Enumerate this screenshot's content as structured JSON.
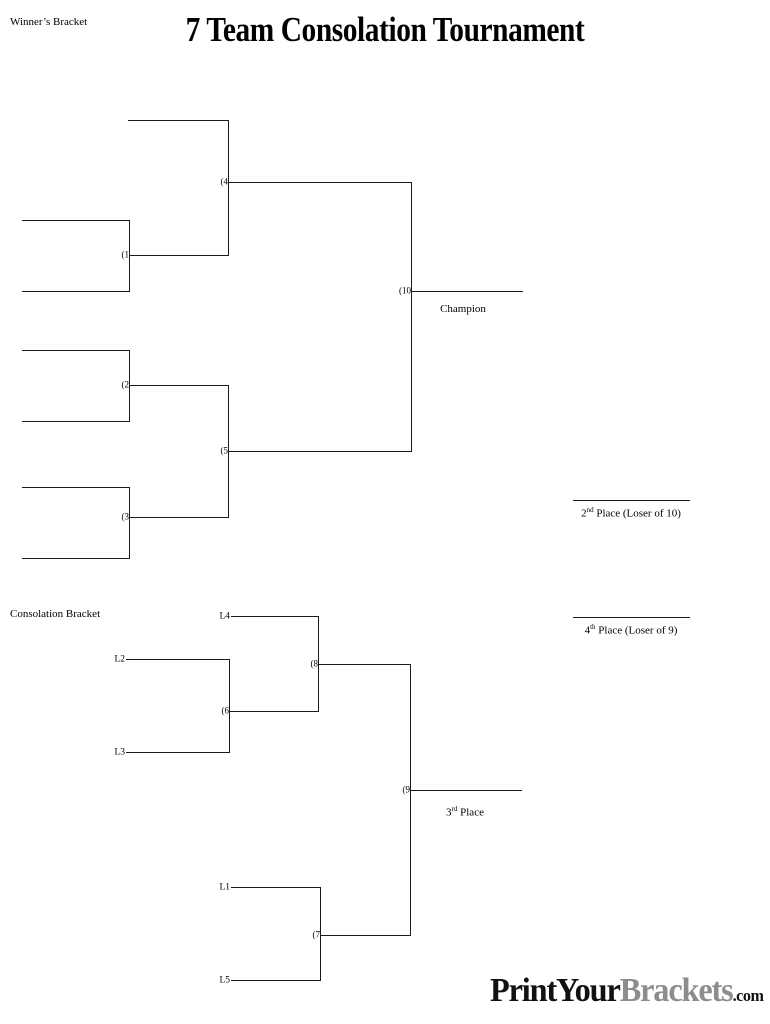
{
  "page": {
    "title": "7 Team Consolation Tournament",
    "winners_bracket_label": "Winner’s Bracket",
    "consolation_bracket_label": "Consolation Bracket"
  },
  "captions": {
    "champion": "Champion",
    "third_place_pre": "3",
    "third_place_sup": "rd",
    "third_place_post": " Place",
    "second_place_pre": "2",
    "second_place_sup": "nd",
    "second_place_post": " Place (Loser of 10)",
    "fourth_place_pre": "4",
    "fourth_place_sup": "th",
    "fourth_place_post": " Place (Loser of 9)"
  },
  "games": {
    "g1": "(1",
    "g2": "(2",
    "g3": "(3",
    "g4": "(4",
    "g5": "(5",
    "g6": "(6",
    "g7": "(7",
    "g8": "(8",
    "g9": "(9",
    "g10": "(10"
  },
  "seeds": {
    "l1": "L1",
    "l2": "L2",
    "l3": "L3",
    "l4": "L4",
    "l5": "L5"
  },
  "logo": {
    "part1": "PrintYour",
    "part2": "Brackets",
    "part3": ".com"
  },
  "colors": {
    "line": "#1a1a1a",
    "logo_gray": "#8d8d8d",
    "logo_black": "#111111",
    "background": "#ffffff"
  }
}
